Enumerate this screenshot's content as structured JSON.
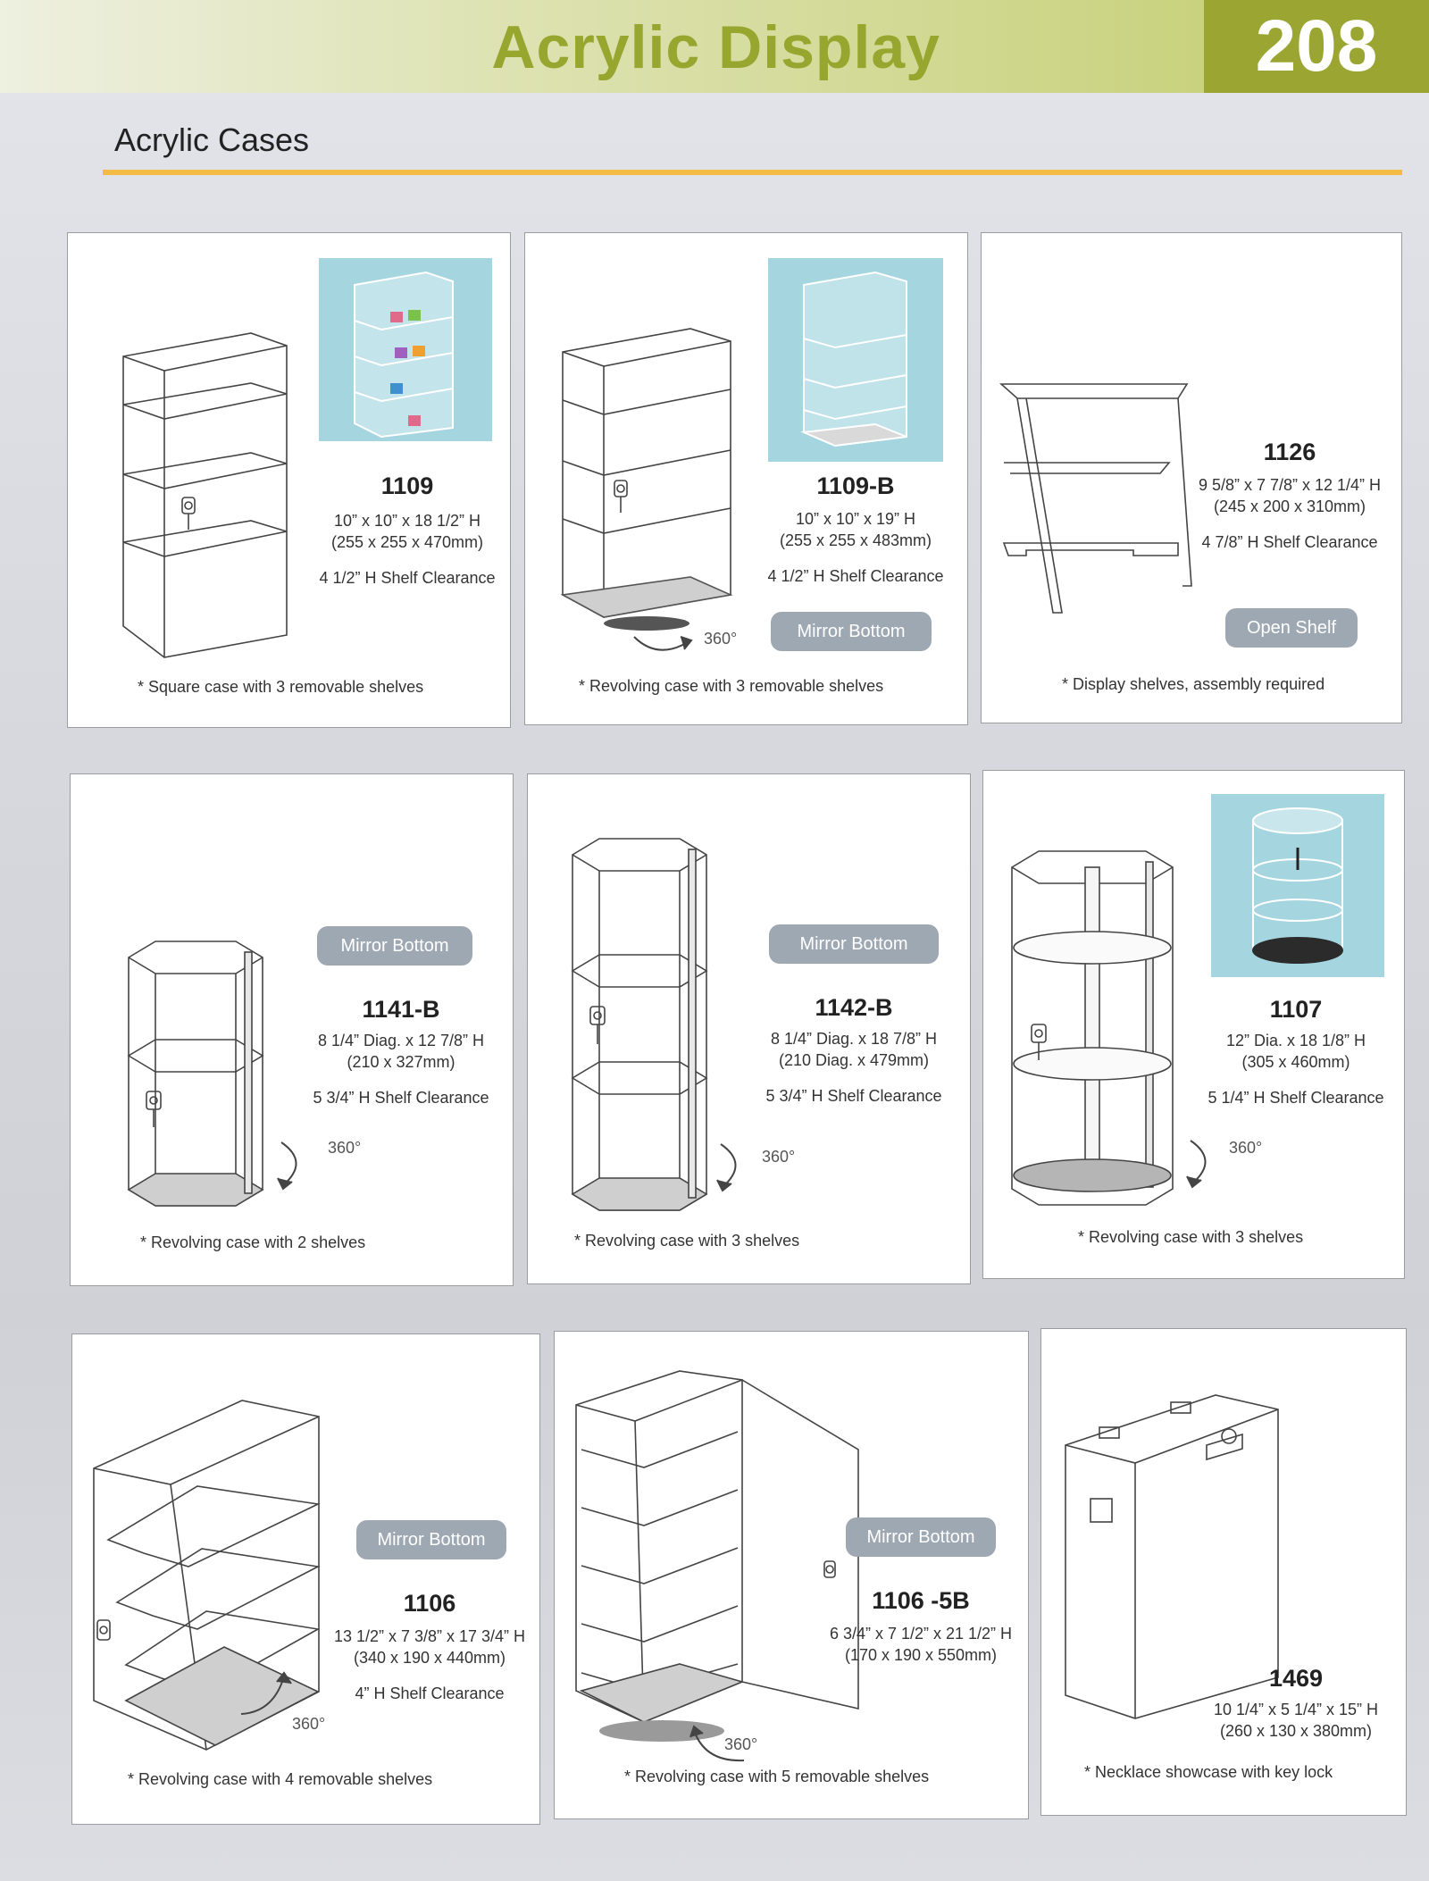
{
  "header": {
    "title": "Acrylic Display",
    "page_number": "208"
  },
  "section": {
    "title": "Acrylic Cases"
  },
  "products": [
    {
      "model": "1109",
      "spec_lines": [
        "10” x 10” x 18 1/2” H",
        "(255 x 255 x 470mm)"
      ],
      "clearance": "4 1/2” H Shelf Clearance",
      "badge": "",
      "note": "* Square case with 3 removable shelves",
      "rotation": ""
    },
    {
      "model": "1109-B",
      "spec_lines": [
        "10” x 10” x 19” H",
        "(255 x 255 x 483mm)"
      ],
      "clearance": "4 1/2” H Shelf Clearance",
      "badge": "Mirror Bottom",
      "note": "* Revolving case with 3 removable shelves",
      "rotation": "360°"
    },
    {
      "model": "1126",
      "spec_lines": [
        "9 5/8” x 7 7/8” x 12 1/4” H",
        "(245 x 200 x 310mm)"
      ],
      "clearance": "4 7/8” H Shelf Clearance",
      "badge": "Open Shelf",
      "note": "* Display shelves, assembly required",
      "rotation": ""
    },
    {
      "model": "1141-B",
      "spec_lines": [
        "8 1/4” Diag. x 12 7/8” H",
        "(210 x 327mm)"
      ],
      "clearance": "5 3/4” H Shelf Clearance",
      "badge": "Mirror Bottom",
      "note": "* Revolving case with 2 shelves",
      "rotation": "360°"
    },
    {
      "model": "1142-B",
      "spec_lines": [
        "8 1/4” Diag. x 18 7/8” H",
        "(210 Diag. x 479mm)"
      ],
      "clearance": "5 3/4” H Shelf Clearance",
      "badge": "Mirror Bottom",
      "note": "* Revolving case with 3 shelves",
      "rotation": "360°"
    },
    {
      "model": "1107",
      "spec_lines": [
        "12” Dia. x 18 1/8” H",
        "(305 x 460mm)"
      ],
      "clearance": "5 1/4” H Shelf Clearance",
      "badge": "",
      "note": "* Revolving case with 3 shelves",
      "rotation": "360°"
    },
    {
      "model": "1106",
      "spec_lines": [
        "13 1/2” x 7 3/8” x 17 3/4” H",
        "(340 x 190 x 440mm)"
      ],
      "clearance": "4” H Shelf Clearance",
      "badge": "Mirror Bottom",
      "note": "* Revolving case with 4 removable shelves",
      "rotation": "360°"
    },
    {
      "model": "1106 -5B",
      "spec_lines": [
        "6 3/4” x 7 1/2” x 21 1/2” H",
        "(170 x 190 x 550mm)"
      ],
      "clearance": "",
      "badge": "Mirror Bottom",
      "note": "* Revolving case with 5 removable shelves",
      "rotation": "360°"
    },
    {
      "model": "1469",
      "spec_lines": [
        "10 1/4” x 5 1/4” x 15” H",
        "(260 x 130 x 380mm)"
      ],
      "clearance": "",
      "badge": "",
      "note": "* Necklace showcase with key lock",
      "rotation": ""
    }
  ],
  "colors": {
    "accent_olive": "#9aa532",
    "title_green": "#97a62e",
    "rule_yellow": "#f1bb44",
    "badge_gray": "#9ea8b3",
    "photo_bg": "#a5d6e0"
  }
}
